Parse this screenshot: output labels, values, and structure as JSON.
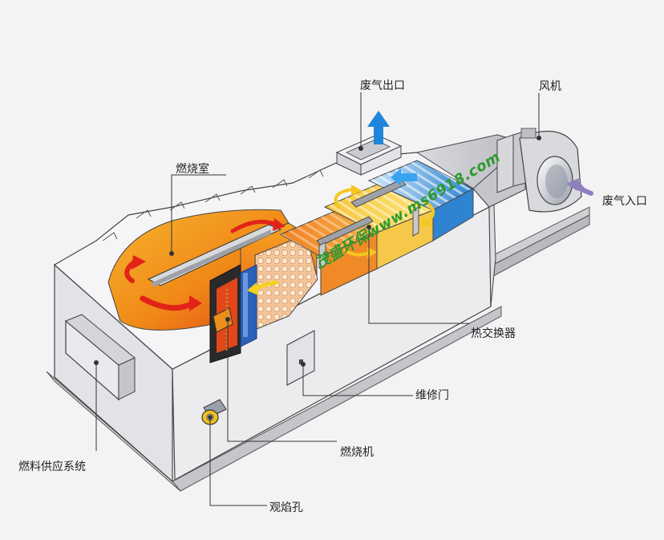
{
  "labels": {
    "exhaust_outlet": "废气出口",
    "fan": "风机",
    "combustion_chamber": "燃烧室",
    "exhaust_inlet": "废气入口",
    "heat_exchanger": "热交换器",
    "maintenance_door": "维修门",
    "burner": "燃烧机",
    "fuel_supply": "燃料供应系统",
    "sight_hole": "观焰孔"
  },
  "watermark": "茂盛环保www.ms6918.com",
  "colors": {
    "background": "#f3f3f3",
    "housing": "#e9e9ec",
    "flame_orange": "#f39a1a",
    "flame_red": "#e94b1b",
    "heat_yellow": "#f7d23a",
    "cool_blue": "#3f8fd6",
    "arrow_blue": "#1f86d9",
    "watermark_green": "#2e9a2e"
  }
}
